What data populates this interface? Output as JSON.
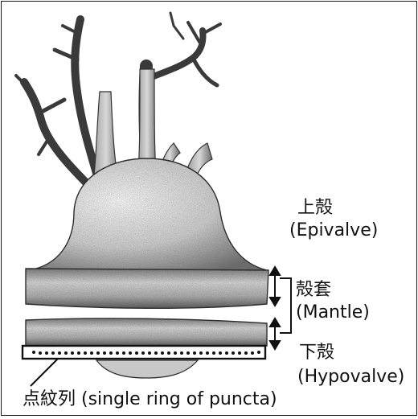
{
  "labels": {
    "epivalve_jp": "上殻",
    "epivalve_en": "(Epivalve)",
    "mantle_jp": "殻套",
    "mantle_en": "(Mantle)",
    "hypovalve_jp": "下殻",
    "hypovalve_en": "(Hypovalve)",
    "puncta": "点紋列 (single ring of puncta)"
  },
  "colors": {
    "ink": "#111111",
    "stipple": "#3a3a3a",
    "background": "#ffffff"
  }
}
